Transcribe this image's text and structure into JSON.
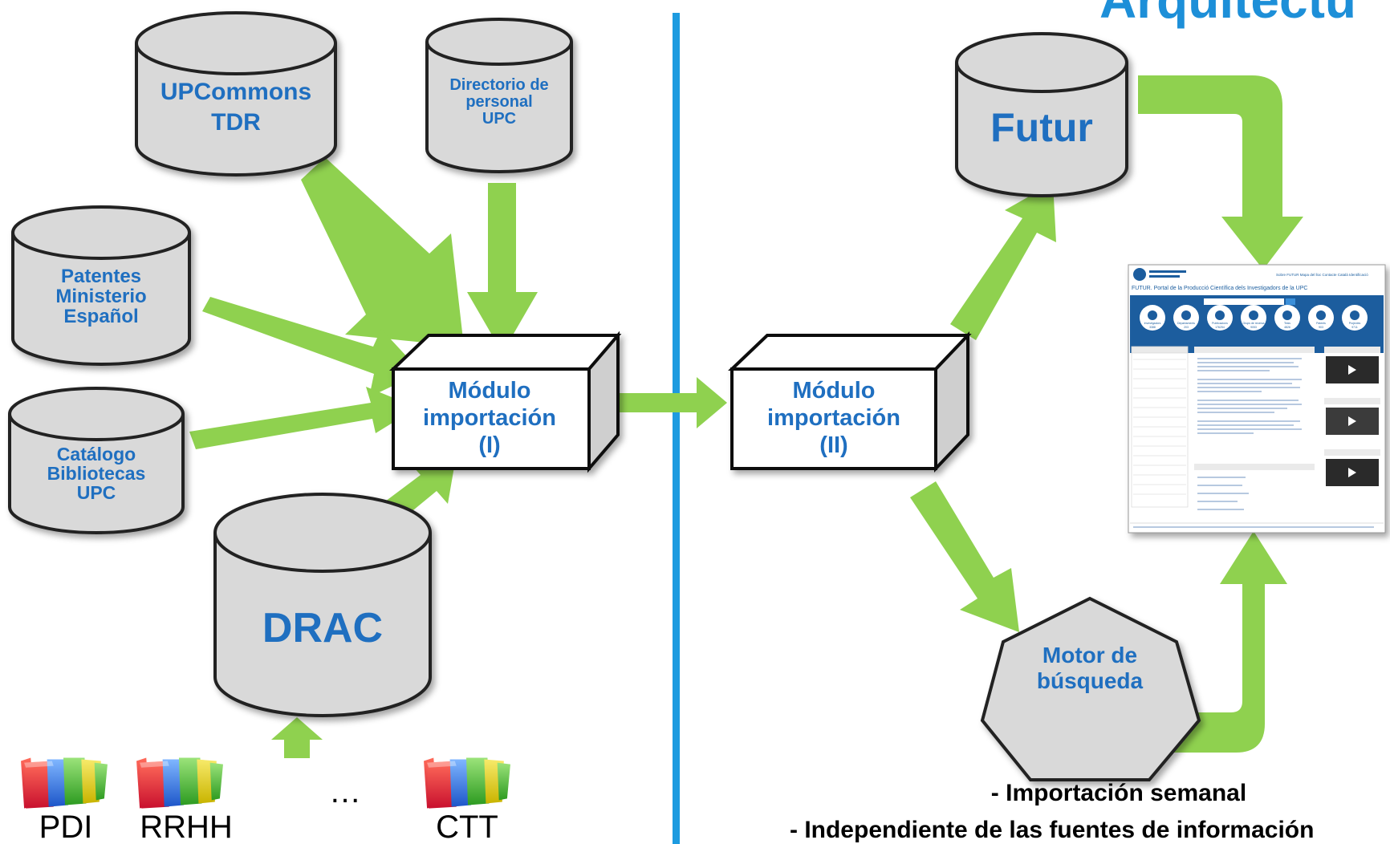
{
  "title": "Arquitectu",
  "databases": {
    "upcommons": [
      "UPCommons",
      "TDR"
    ],
    "directorio": [
      "Directorio de",
      "personal",
      "UPC"
    ],
    "patentes": [
      "Patentes",
      "Ministerio",
      "Español"
    ],
    "catalogo": [
      "Catálogo",
      "Bibliotecas",
      "UPC"
    ],
    "drac": "DRAC",
    "futur": "Futur"
  },
  "modules": {
    "import1": [
      "Módulo",
      "importación",
      "(I)"
    ],
    "import2": [
      "Módulo",
      "importación",
      "(II)"
    ]
  },
  "search_engine": [
    "Motor de",
    "búsqueda"
  ],
  "folders": {
    "pdi": "PDI",
    "rrhh": "RRHH",
    "ellipsis": "…",
    "ctt": "CTT"
  },
  "notes": {
    "line1": "- Importación semanal",
    "line2": "- Independiente de las fuentes de información"
  },
  "portal": {
    "heading": "FUTUR. Portal de la Producció Científica dels Investigadors de la UPC",
    "top_links": "Sobre FUTUR   Mapa del lloc   Contacte   Català   Identificació",
    "stats": [
      {
        "label": "Investigadors",
        "value": "3388"
      },
      {
        "label": "Departaments",
        "value": "203"
      },
      {
        "label": "Publicacions",
        "value": "176254"
      },
      {
        "label": "Grups de recerca",
        "value": "9053"
      },
      {
        "label": "Tesis",
        "value": "4826"
      },
      {
        "label": "Patents",
        "value": "903"
      },
      {
        "label": "Projectes",
        "value": "9711"
      }
    ]
  },
  "colors": {
    "arrow": "#8fd14f",
    "cylinder": "#d9d9d9",
    "label_blue": "#1f6fc0",
    "divider": "#1d9be0",
    "portal_header": "#1a5d9e"
  }
}
